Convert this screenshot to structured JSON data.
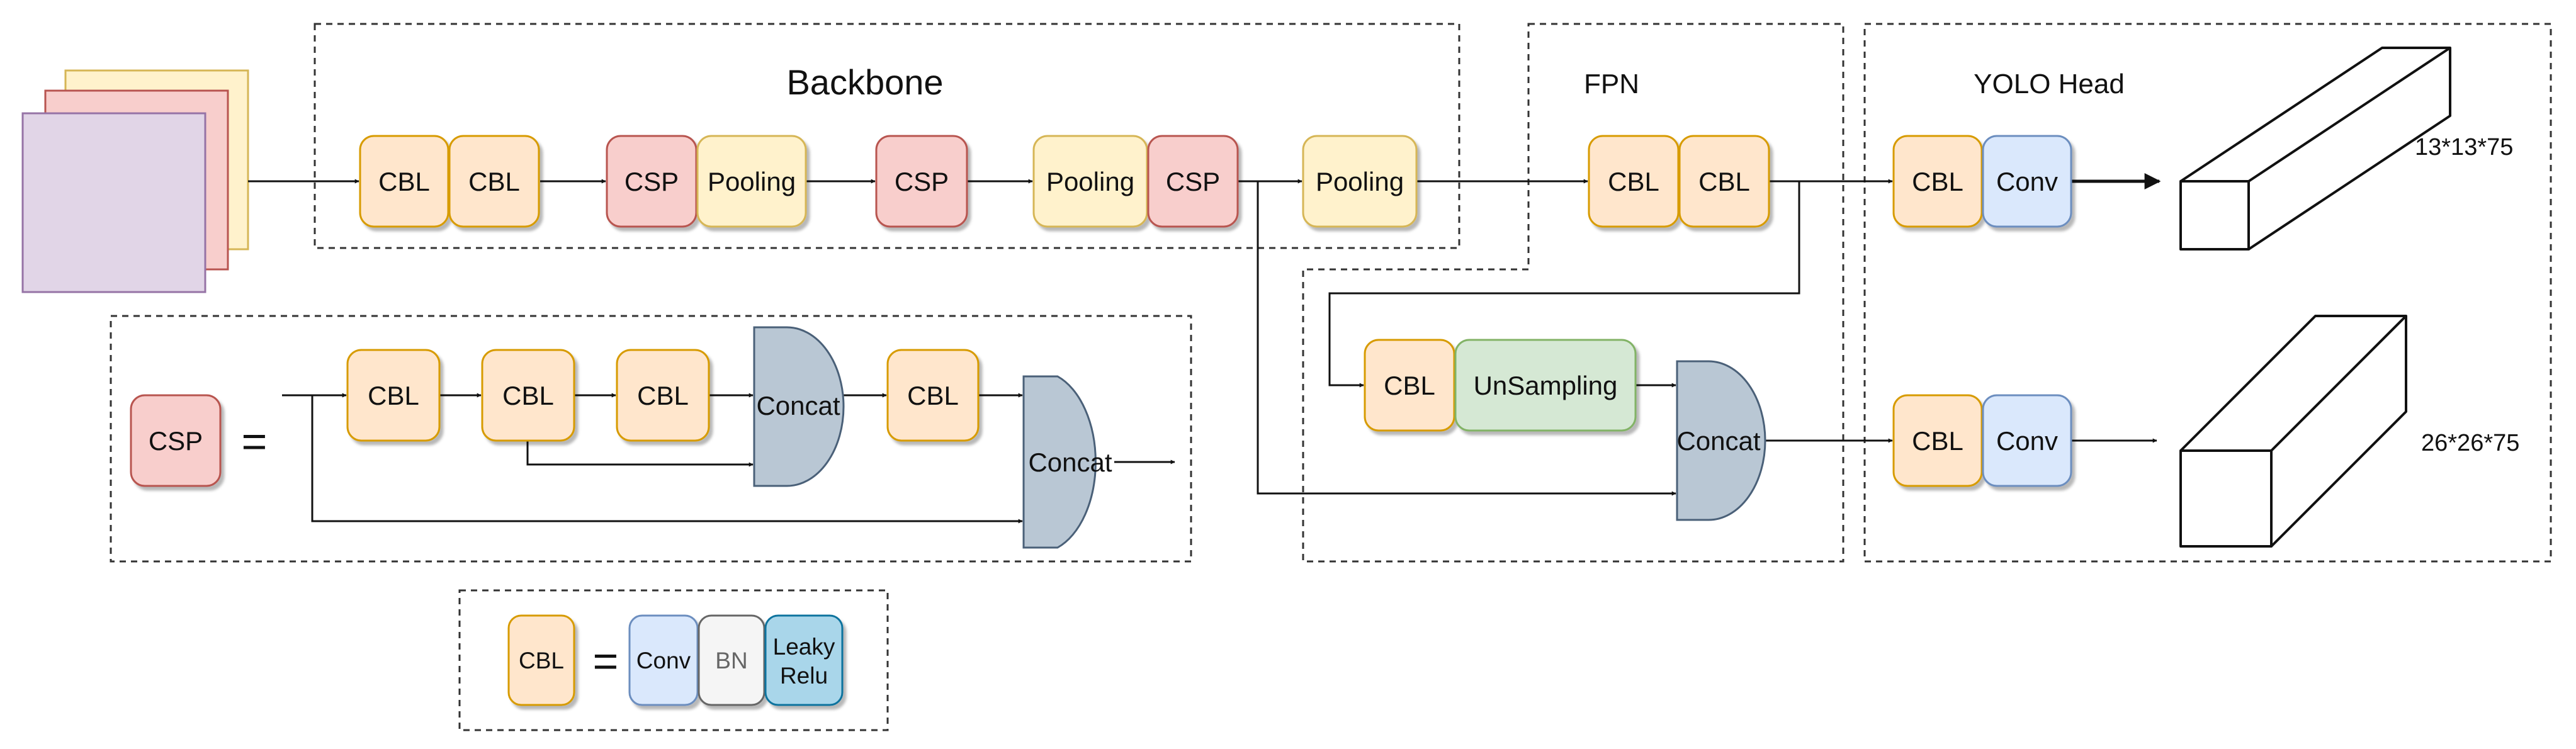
{
  "labels": {
    "backbone": "Backbone",
    "fpn": "FPN",
    "yolo_head": "YOLO Head",
    "equals": "=",
    "cbl": "CBL",
    "csp": "CSP",
    "pooling": "Pooling",
    "conv": "Conv",
    "concat": "Concat",
    "unsampling": "UnSampling",
    "bn": "BN",
    "leaky_line1": "Leaky",
    "leaky_line2": "Relu",
    "out_large": "13*13*75",
    "out_small": "26*26*75"
  },
  "colors": {
    "cbl_fill": "#ffe6cc",
    "cbl_stroke": "#d79b00",
    "csp_fill": "#f8cecc",
    "csp_stroke": "#b85450",
    "pool_fill": "#fff2cc",
    "pool_stroke": "#d6b656",
    "conv_fill": "#dae8fc",
    "conv_stroke": "#6c8ebf",
    "ups_fill": "#d5e8d4",
    "ups_stroke": "#82b366",
    "concat_fill": "#b9c7d4",
    "concat_stroke": "#4a6078",
    "bn_fill": "#f5f5f5",
    "bn_stroke": "#666666",
    "leaky_fill": "#a9d6ea",
    "leaky_stroke": "#10739e"
  }
}
